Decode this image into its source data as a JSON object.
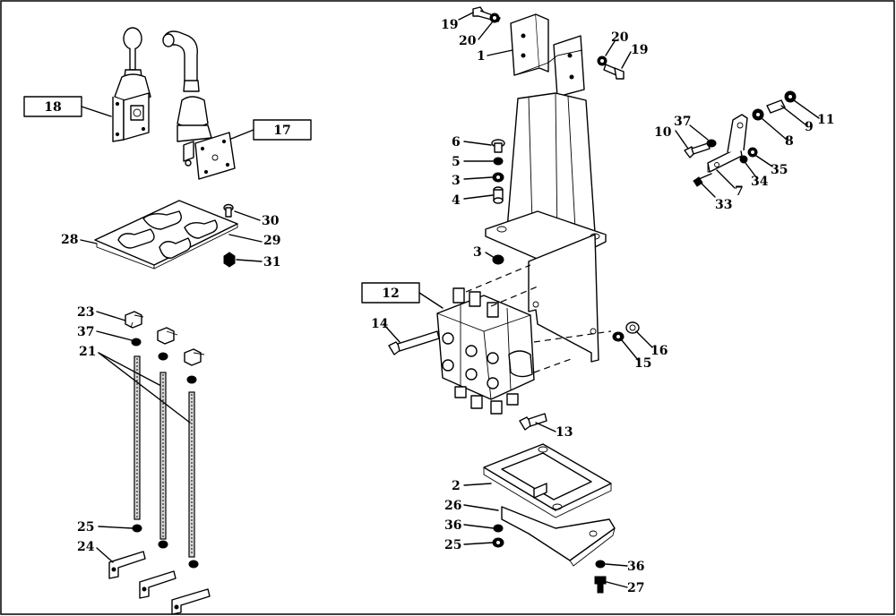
{
  "callouts": [
    {
      "id": "c19a",
      "text": "19"
    },
    {
      "id": "c20a",
      "text": "20"
    },
    {
      "id": "c1",
      "text": "1"
    },
    {
      "id": "c20b",
      "text": "20"
    },
    {
      "id": "c19b",
      "text": "19"
    },
    {
      "id": "c37a",
      "text": "37"
    },
    {
      "id": "c10",
      "text": "10"
    },
    {
      "id": "c8",
      "text": "8"
    },
    {
      "id": "c9",
      "text": "9"
    },
    {
      "id": "c11",
      "text": "11"
    },
    {
      "id": "c35",
      "text": "35"
    },
    {
      "id": "c34",
      "text": "34"
    },
    {
      "id": "c7",
      "text": "7"
    },
    {
      "id": "c33",
      "text": "33"
    },
    {
      "id": "c6",
      "text": "6"
    },
    {
      "id": "c5",
      "text": "5"
    },
    {
      "id": "c3a",
      "text": "3"
    },
    {
      "id": "c4",
      "text": "4"
    },
    {
      "id": "c3b",
      "text": "3"
    },
    {
      "id": "c14",
      "text": "14"
    },
    {
      "id": "c16",
      "text": "16"
    },
    {
      "id": "c15",
      "text": "15"
    },
    {
      "id": "c13",
      "text": "13"
    },
    {
      "id": "c2",
      "text": "2"
    },
    {
      "id": "c26",
      "text": "26"
    },
    {
      "id": "c36a",
      "text": "36"
    },
    {
      "id": "c25a",
      "text": "25"
    },
    {
      "id": "c36b",
      "text": "36"
    },
    {
      "id": "c27",
      "text": "27"
    },
    {
      "id": "c30",
      "text": "30"
    },
    {
      "id": "c28",
      "text": "28"
    },
    {
      "id": "c29",
      "text": "29"
    },
    {
      "id": "c31",
      "text": "31"
    },
    {
      "id": "c23",
      "text": "23"
    },
    {
      "id": "c37b",
      "text": "37"
    },
    {
      "id": "c21",
      "text": "21"
    },
    {
      "id": "c25b",
      "text": "25"
    },
    {
      "id": "c24",
      "text": "24"
    }
  ],
  "boxed_labels": {
    "b18": "18",
    "b17": "17",
    "b12": "12"
  }
}
